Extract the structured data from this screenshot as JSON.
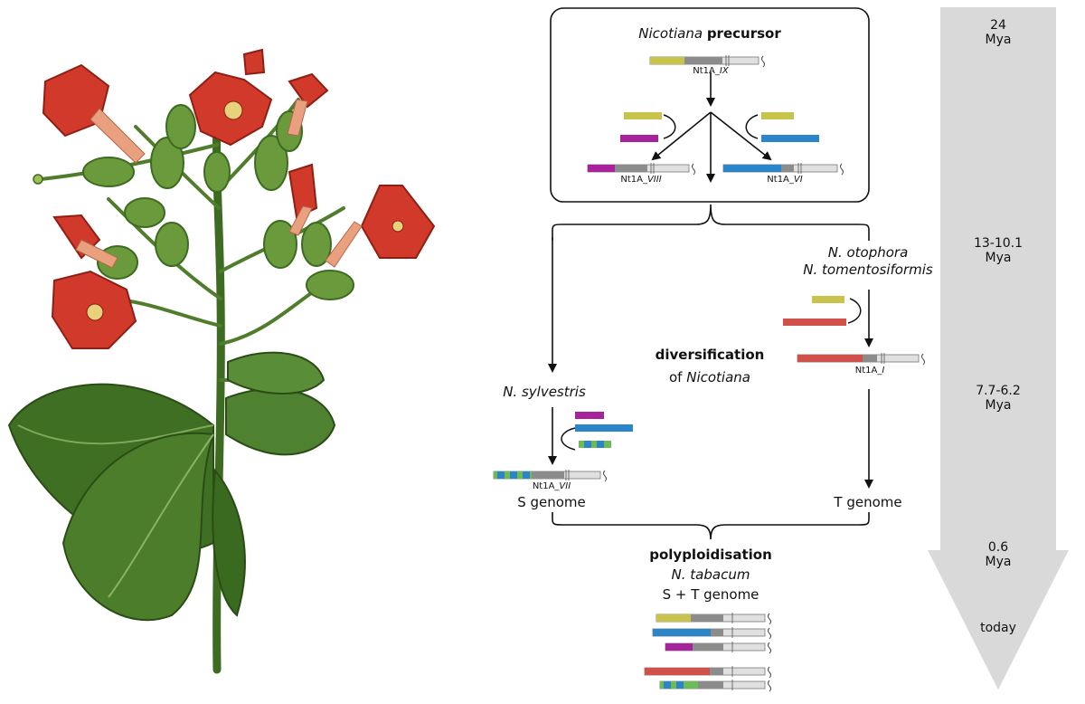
{
  "diagram": {
    "precursor": {
      "genus": "Nicotiana",
      "word": "precursor"
    },
    "genes": {
      "nt1a_ix": {
        "base": "Nt1A_",
        "num": "IX"
      },
      "nt1a_viii": {
        "base": "Nt1A_",
        "num": "VIII"
      },
      "nt1a_vi": {
        "base": "Nt1A_",
        "num": "VI"
      },
      "nt1a_i": {
        "base": "Nt1A_",
        "num": "I"
      },
      "nt1a_vii": {
        "base": "Nt1A_",
        "num": "VII"
      }
    },
    "species": {
      "otophora": "N. otophora",
      "tomentosiformis": "N. tomentosiformis",
      "sylvestris": "N. sylvestris",
      "tabacum": "N. tabacum"
    },
    "diversification": {
      "title": "diversification",
      "of": "of ",
      "genus": "Nicotiana"
    },
    "genomes": {
      "s": "S genome",
      "t": "T genome",
      "st": "S + T genome"
    },
    "polyploidisation": "polyploidisation"
  },
  "timeline": [
    {
      "value": "24",
      "unit": "Mya"
    },
    {
      "value": "13-10.1",
      "unit": "Mya"
    },
    {
      "value": "7.7-6.2",
      "unit": "Mya"
    },
    {
      "value": "0.6",
      "unit": "Mya"
    },
    {
      "value": "today",
      "unit": ""
    }
  ],
  "colors": {
    "yellow": "#c8c34a",
    "magenta": "#a6239c",
    "blue": "#2a86c9",
    "red": "#d0514a",
    "green": "#6dbb55",
    "gene_light": "#e0e0e0",
    "gene_dark": "#8c8c8c",
    "timeline": "#d9d9d9"
  }
}
